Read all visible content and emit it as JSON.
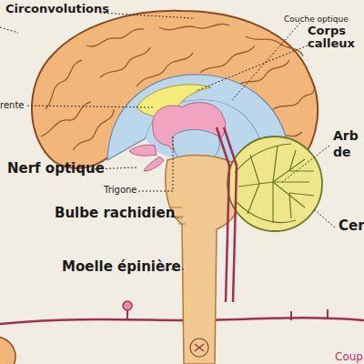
{
  "diagram": {
    "labels": [
      "Circonvolutions",
      "Couche optique",
      "Corps calleux",
      "rente",
      "Arb",
      "de",
      "Nerf optique",
      "Trigone",
      "Bulbe rachidien",
      "Cer",
      "Moelle épinière",
      "Coup"
    ]
  }
}
